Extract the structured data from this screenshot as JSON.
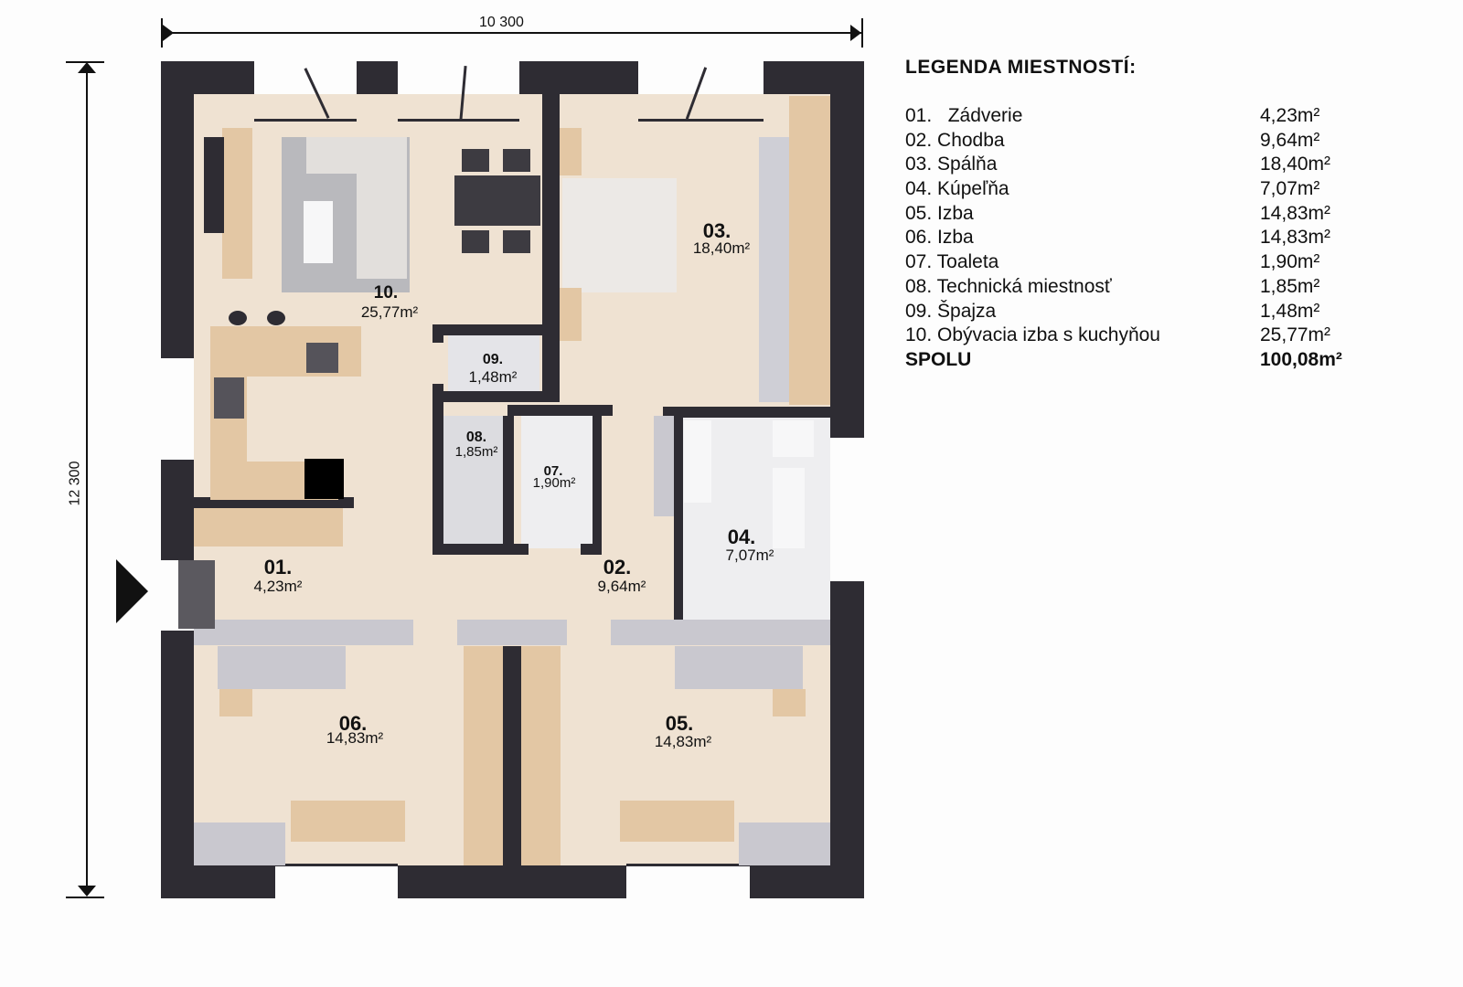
{
  "dimensions": {
    "width_label": "10 300",
    "height_label": "12 300"
  },
  "legend": {
    "title": "LEGENDA MIESTNOSTÍ:",
    "rooms": [
      {
        "name": "01.   Zádverie",
        "area": "4,23m²"
      },
      {
        "name": "02. Chodba",
        "area": "9,64m²"
      },
      {
        "name": "03. Spálňa",
        "area": "18,40m²"
      },
      {
        "name": "04. Kúpeľňa",
        "area": "7,07m²"
      },
      {
        "name": "05. Izba",
        "area": "14,83m²"
      },
      {
        "name": "06. Izba",
        "area": "14,83m²"
      },
      {
        "name": "07. Toaleta",
        "area": "1,90m²"
      },
      {
        "name": "08. Technická miestnosť",
        "area": "1,85m²"
      },
      {
        "name": "09. Špajza",
        "area": "1,48m²"
      },
      {
        "name": "10. Obývacia izba s kuchyňou",
        "area": "25,77m²"
      }
    ],
    "total": {
      "name": "SPOLU",
      "area": "100,08m²"
    }
  },
  "plan_labels": {
    "r01": {
      "num": "01.",
      "area": "4,23m²"
    },
    "r02": {
      "num": "02.",
      "area": "9,64m²"
    },
    "r03": {
      "num": "03.",
      "area": "18,40m²"
    },
    "r04": {
      "num": "04.",
      "area": "7,07m²"
    },
    "r05": {
      "num": "05.",
      "area": "14,83m²"
    },
    "r06": {
      "num": "06.",
      "area": "14,83m²"
    },
    "r07": {
      "num": "07.",
      "area": "1,90m²"
    },
    "r08": {
      "num": "08.",
      "area": "1,85m²"
    },
    "r09": {
      "num": "09.",
      "area": "1,48m²"
    },
    "r10": {
      "num": "10.",
      "area": "25,77m²"
    }
  },
  "colors": {
    "wall": "#2e2c33",
    "floor": "#efe2d2",
    "accent_wood": "#e3c7a4"
  }
}
